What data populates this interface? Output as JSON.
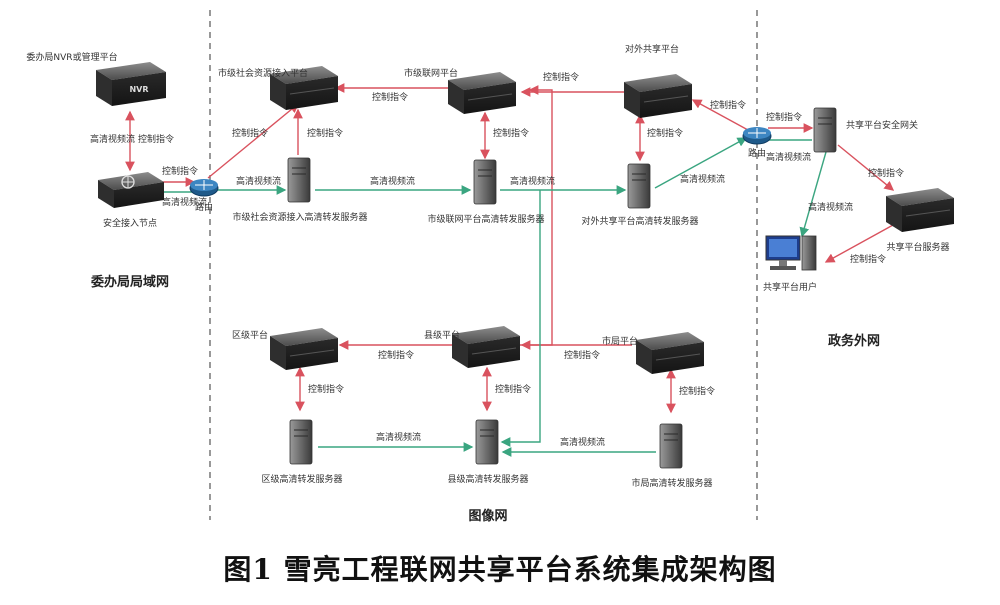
{
  "caption": "图1 雪亮工程联网共享平台系统集成架构图",
  "colors": {
    "control": "#d9525e",
    "video": "#3aa580",
    "divider": "#555555"
  },
  "zones": {
    "committee_lan": "委办局局域网",
    "image_net": "图像网",
    "gov_external_net": "政务外网"
  },
  "nodes": {
    "nvr": "委办局NVR或管理平台",
    "nvr_badge": "NVR",
    "security_gateway": "安全接入节点",
    "router_left": "路由",
    "city_social_platform": "市级社会资源接入平台",
    "city_social_forward": "市级社会资源接入高清转发服务器",
    "city_net_platform": "市级联网平台",
    "city_net_forward": "市级联网平台高清转发服务器",
    "share_platform": "对外共享平台",
    "share_forward": "对外共享平台高清转发服务器",
    "router_right": "路由",
    "share_gateway": "共享平台安全网关",
    "share_server": "共享平台服务器",
    "share_user": "共享平台用户",
    "district_platform": "区级平台",
    "district_forward": "区级高清转发服务器",
    "county_platform": "县级平台",
    "county_forward": "县级高清转发服务器",
    "city_bureau_platform": "市局平台",
    "city_bureau_forward": "市局高清转发服务器"
  },
  "links": {
    "control": "控制指令",
    "video": "高清视频流"
  }
}
